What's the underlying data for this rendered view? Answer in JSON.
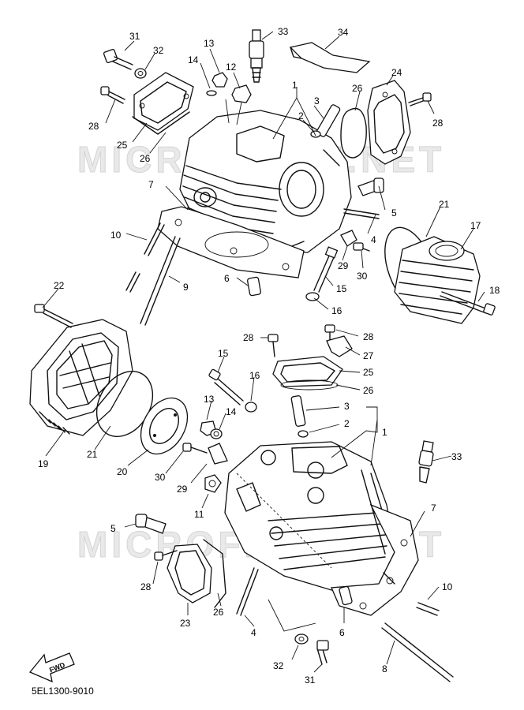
{
  "watermark": "MICROFICHE.NET",
  "diagram_code": "5EL1300-9010",
  "direction_marker": "FWD",
  "callouts": {
    "c31a": "31",
    "c32a": "32",
    "c13a": "13",
    "c14a": "14",
    "c12a": "12",
    "c33a": "33",
    "c34a": "34",
    "c28a": "28",
    "c25a": "25",
    "c26a": "26",
    "c1a": "1",
    "c3a": "3",
    "c2a": "2",
    "c26b": "26",
    "c24a": "24",
    "c28b": "28",
    "c7a": "7",
    "c5a": "5",
    "c21a": "21",
    "c17a": "17",
    "c10a": "10",
    "c4a": "4",
    "c29a": "29",
    "c30a": "30",
    "c9a": "9",
    "c6a": "6",
    "c15a": "15",
    "c18a": "18",
    "c22a": "22",
    "c16a": "16",
    "c28c": "28",
    "c28d": "28",
    "c27a": "27",
    "c15b": "15",
    "c16b": "16",
    "c25b": "25",
    "c26c": "26",
    "c3b": "3",
    "c13b": "13",
    "c14b": "14",
    "c2b": "2",
    "c1b": "1",
    "c19a": "19",
    "c21b": "21",
    "c20a": "20",
    "c30b": "30",
    "c29b": "29",
    "c33b": "33",
    "c11a": "11",
    "c7b": "7",
    "c5b": "5",
    "c28e": "28",
    "c10b": "10",
    "c23a": "23",
    "c26d": "26",
    "c4b": "4",
    "c6b": "6",
    "c32b": "32",
    "c31b": "31",
    "c8a": "8"
  }
}
